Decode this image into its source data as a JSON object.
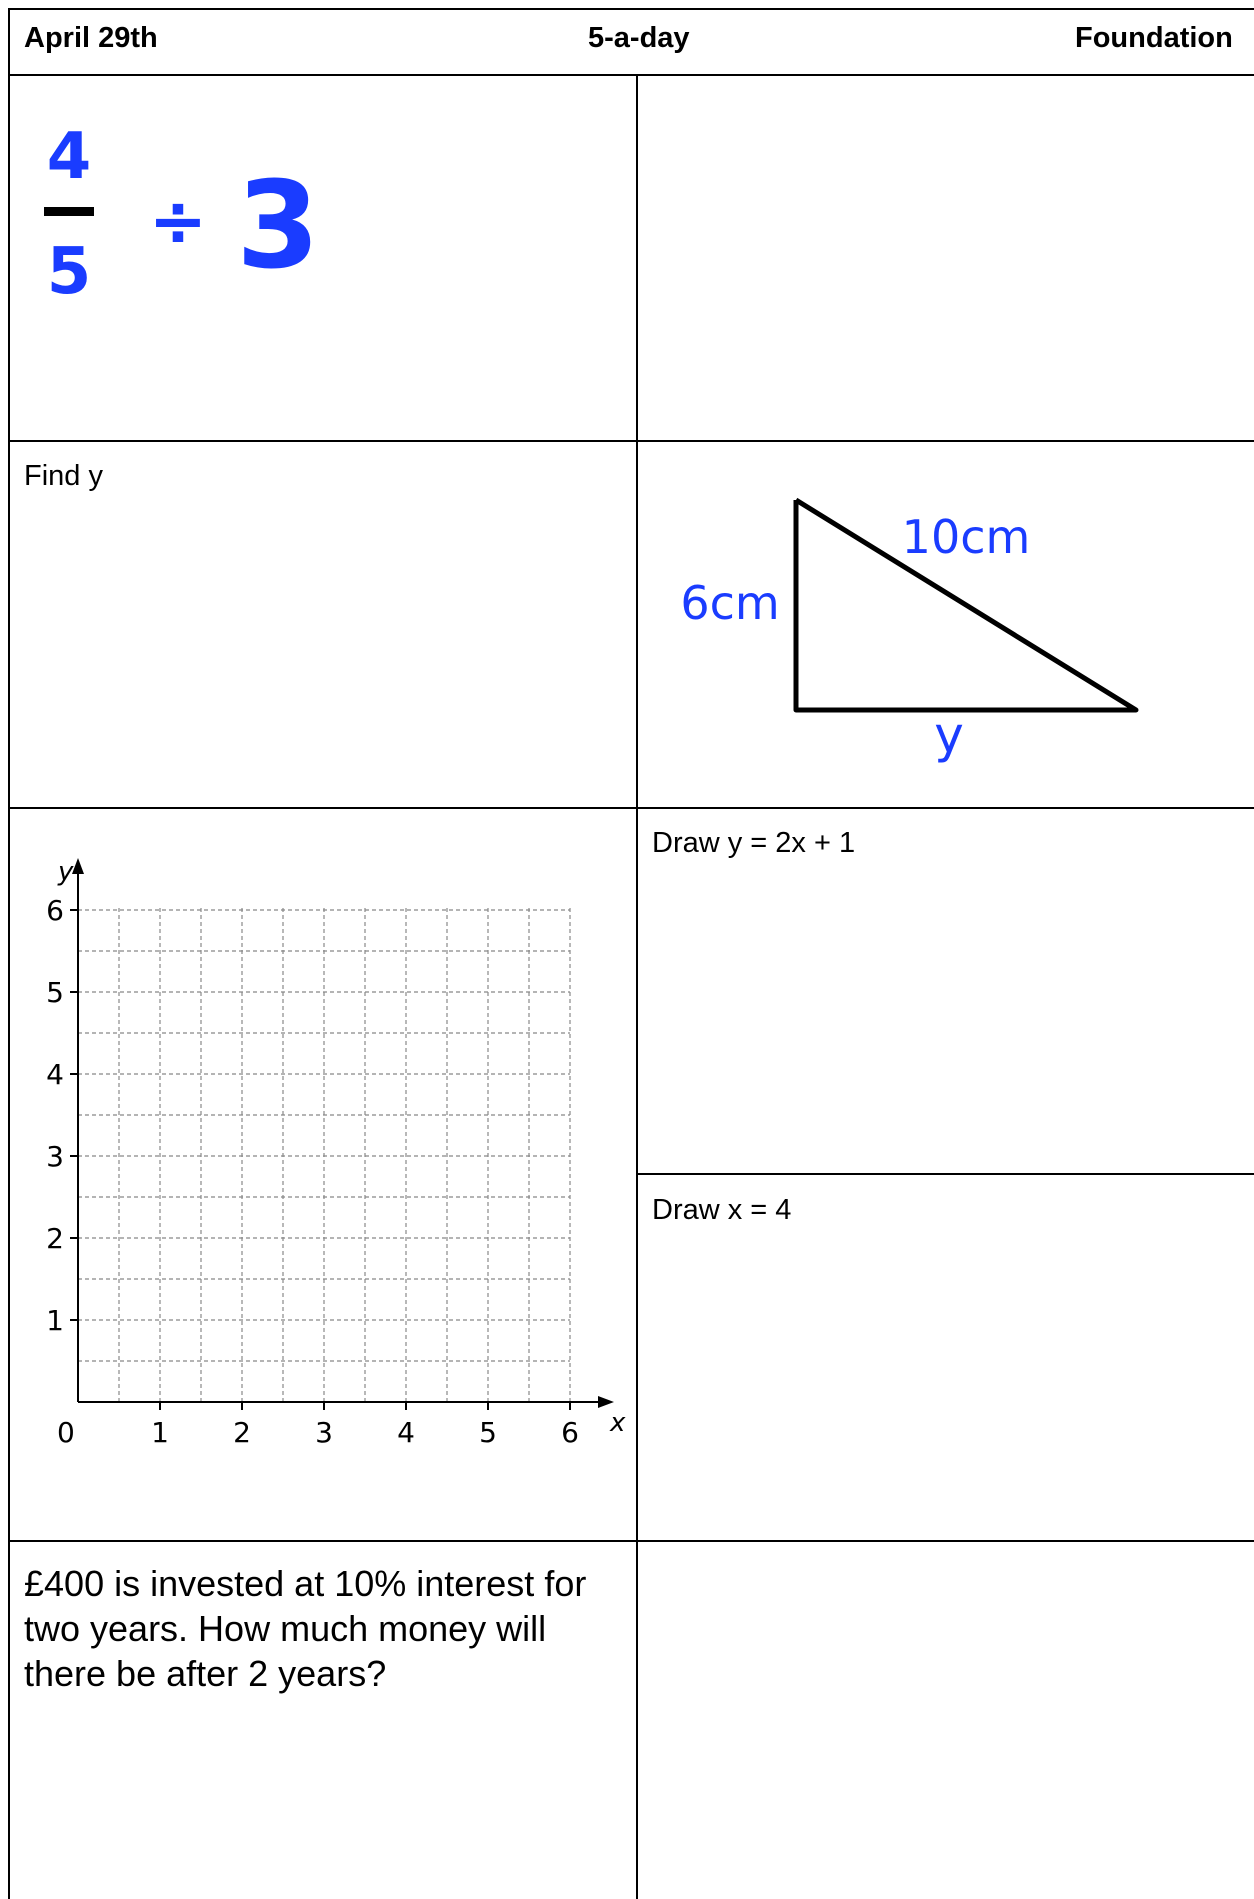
{
  "header": {
    "date": "April 29th",
    "title": "5-a-day",
    "level": "Foundation"
  },
  "q1": {
    "numerator": "4",
    "denominator": "5",
    "operator": "÷",
    "divisor": "3",
    "color": "#1a3cff"
  },
  "q2": {
    "prompt": "Find y",
    "side_vertical": "6cm",
    "side_hypotenuse": "10cm",
    "side_base": "y",
    "label_color": "#1a3cff"
  },
  "q3": {
    "y_axis_label": "y",
    "x_axis_label": "x",
    "origin_label": "0",
    "x_ticks": [
      "1",
      "2",
      "3",
      "4",
      "5",
      "6"
    ],
    "y_ticks": [
      "1",
      "2",
      "3",
      "4",
      "5",
      "6"
    ],
    "prompt_a": "Draw y = 2x + 1",
    "prompt_b": "Draw x = 4"
  },
  "q4": {
    "question": "£400 is invested at 10% interest for two years. How much money will there be after 2 years?"
  }
}
